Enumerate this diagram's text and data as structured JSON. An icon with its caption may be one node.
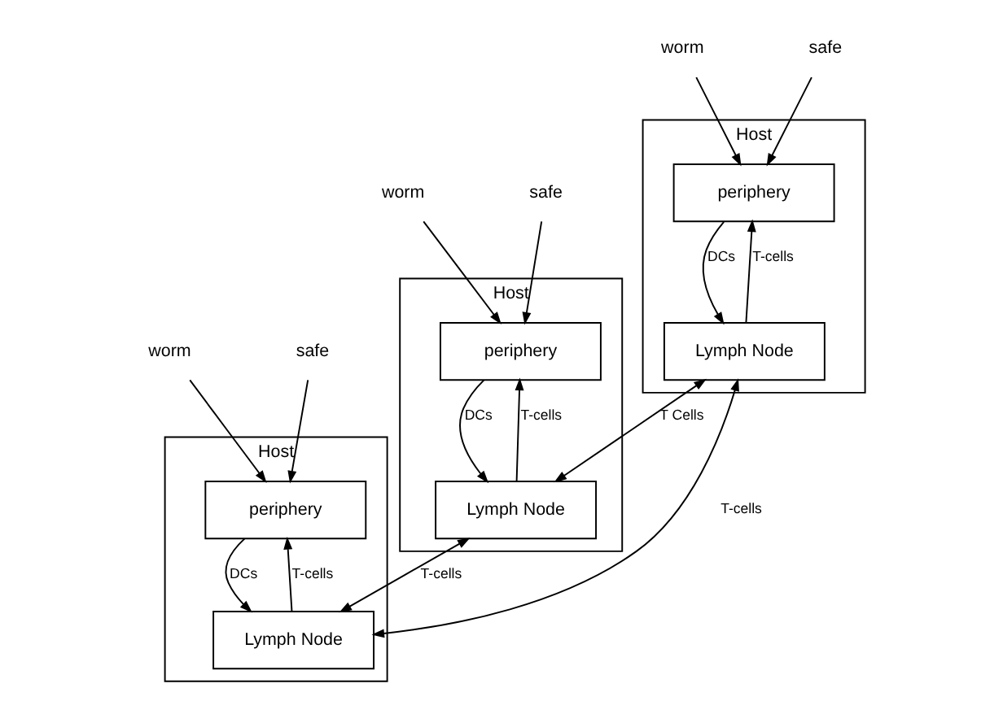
{
  "diagram": {
    "nodes": [
      {
        "text": [
          "Host"
        ]
      },
      {
        "text": [
          "periphery"
        ],
        "in": 0
      },
      {
        "text": [
          "Lymph Node"
        ],
        "in": 0
      },
      {
        "text": [
          "worm"
        ]
      },
      {
        "text": [
          "safe"
        ]
      },
      {
        "text": [
          "Host"
        ]
      },
      {
        "text": [
          "periphery"
        ],
        "in": 5
      },
      {
        "text": [
          "Lymph Node"
        ],
        "in": 5
      },
      {
        "text": [
          "worm"
        ]
      },
      {
        "text": [
          "safe"
        ]
      },
      {
        "text": [
          "Host"
        ]
      },
      {
        "text": [
          "periphery"
        ],
        "in": 10
      },
      {
        "text": [
          "Lymph Node"
        ],
        "in": 10
      },
      {
        "text": [
          "worm"
        ]
      },
      {
        "text": [
          "safe"
        ]
      }
    ],
    "edges": [
      {
        "from": 3,
        "to": 1,
        "arrow": "to"
      },
      {
        "from": 4,
        "to": 1,
        "arrow": "to"
      },
      {
        "from": 1,
        "to": 2,
        "label": "DCs",
        "arrow": "to"
      },
      {
        "from": 2,
        "to": 1,
        "label": "T-cells",
        "arrow": "to"
      },
      {
        "from": 8,
        "to": 6,
        "arrow": "to"
      },
      {
        "from": 9,
        "to": 6,
        "arrow": "to"
      },
      {
        "from": 6,
        "to": 7,
        "label": "DCs",
        "arrow": "to"
      },
      {
        "from": 7,
        "to": 6,
        "label": "T-cells",
        "arrow": "to"
      },
      {
        "from": 13,
        "to": 11,
        "arrow": "to"
      },
      {
        "from": 14,
        "to": 11,
        "arrow": "to"
      },
      {
        "from": 11,
        "to": 12,
        "label": "DCs",
        "arrow": "to"
      },
      {
        "from": 12,
        "to": 11,
        "label": "T-cells",
        "arrow": "to"
      },
      {
        "from": 2,
        "to": 7,
        "label": "T Cells",
        "arrow": "both"
      },
      {
        "from": 2,
        "to": 12,
        "label": "T-cells",
        "arrow": "both"
      },
      {
        "from": 7,
        "to": 12,
        "label": "T-cells",
        "arrow": "both"
      }
    ]
  }
}
